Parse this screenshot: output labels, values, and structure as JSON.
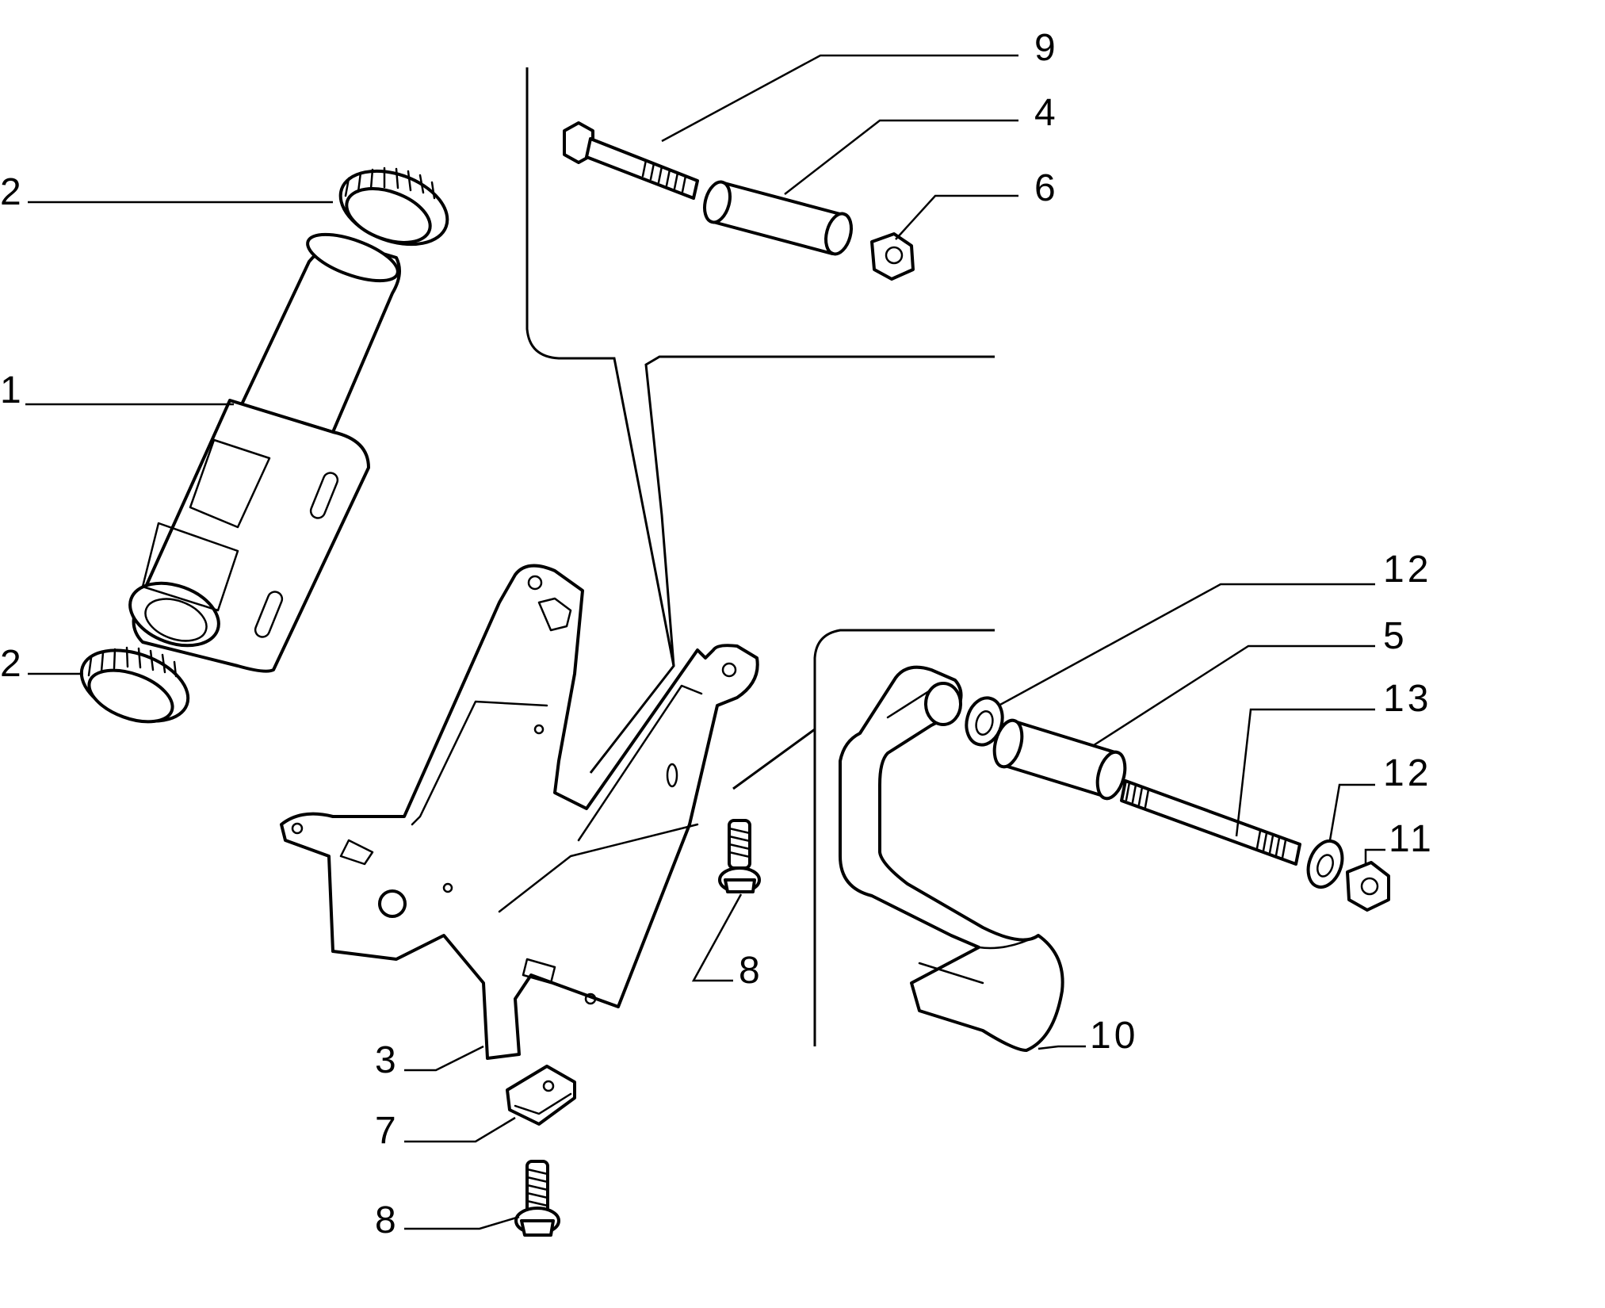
{
  "diagram": {
    "callouts": {
      "c9": "9",
      "c4": "4",
      "c6": "6",
      "c2_top": "2",
      "c1": "1",
      "c2_bottom": "2",
      "c12_upper": "12",
      "c5": "5",
      "c13": "13",
      "c12_lower": "12",
      "c11": "11",
      "c8_middle": "8",
      "c10": "10",
      "c3": "3",
      "c7": "7",
      "c8_bottom": "8"
    },
    "colors": {
      "line": "#000000",
      "background": "#ffffff"
    }
  }
}
